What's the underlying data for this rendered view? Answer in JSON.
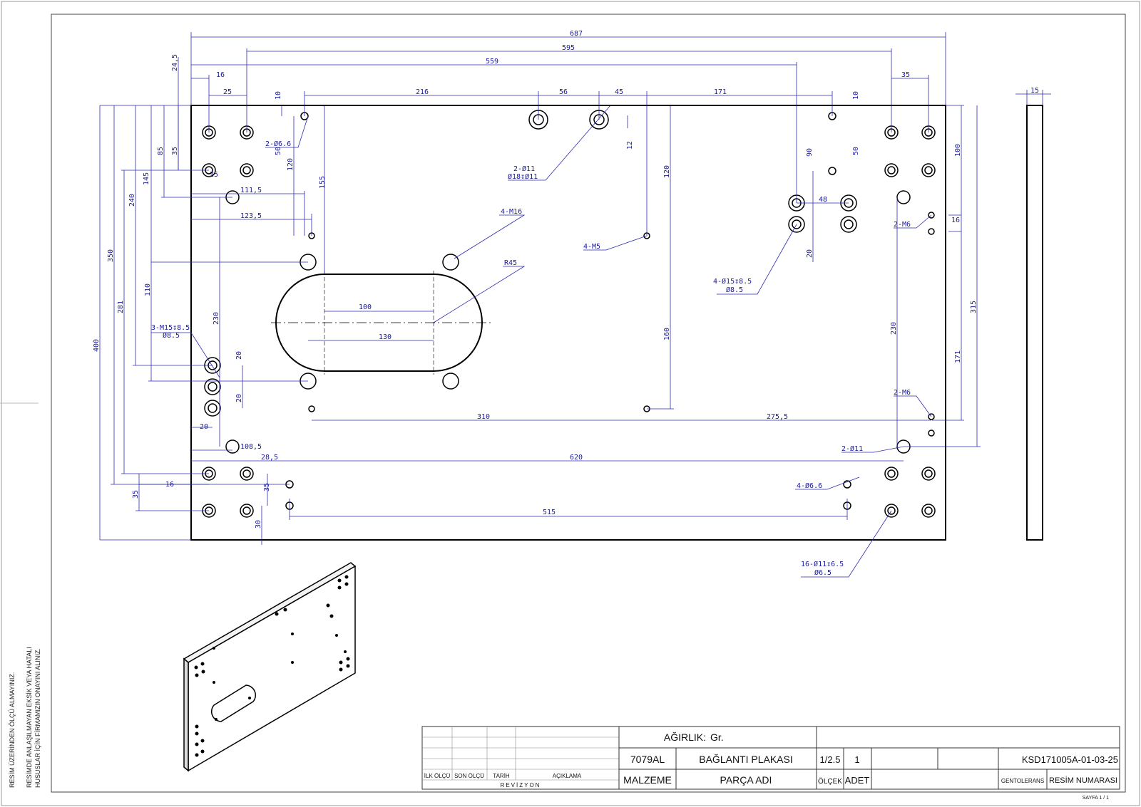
{
  "side_notes": {
    "line1": "RESİM ÜZERİNDEN ÖLÇÜ ALMAYINIZ.",
    "line2": "RESİMDE ANLAŞILMAYAN EKSİK VEYA HATALI",
    "line3": "HUSUSLAR İÇİN FİRMAMIZIN ONAYINI ALINIZ."
  },
  "dimensions": {
    "overall_width": "687",
    "w595": "595",
    "w559": "559",
    "w16_top": "16",
    "w35_top_right": "35",
    "w25": "25",
    "w216": "216",
    "w56": "56",
    "w45": "45",
    "w171_top": "171",
    "w10_left": "10",
    "w10_right": "10",
    "v24_5": "24,5",
    "v85": "85",
    "v35_left": "35",
    "v50_left": "50",
    "v120_left": "120",
    "v155": "155",
    "v145": "145",
    "v240": "240",
    "v350": "350",
    "v281": "281",
    "v400": "400",
    "v110": "110",
    "v230_left": "230",
    "v20_a": "20",
    "v20_b": "20",
    "w111_5": "111,5",
    "w123_5": "123,5",
    "w25_mid": "25",
    "v12": "12",
    "v120_mid": "120",
    "v160": "160",
    "v90": "90",
    "v50_right": "50",
    "w48": "48",
    "v20_right": "20",
    "v100": "100",
    "v16_right": "16",
    "v315": "315",
    "v171_right": "171",
    "v230_right": "230",
    "w100_slot": "100",
    "w130_slot": "130",
    "w310": "310",
    "w275_5": "275,5",
    "w20_bottom": "20",
    "w108_5": "108,5",
    "w28_5": "28,5",
    "w620": "620",
    "w16_bottom": "16",
    "v35_bottom": "35",
    "v35_small": "35",
    "v30": "30",
    "w515": "515",
    "thickness": "15"
  },
  "callouts": {
    "c1": "2-Ø6.6",
    "c2a": "2-Ø11",
    "c2b": "Ø18↧Ø11",
    "c3": "4-M16",
    "c4": "R45",
    "c5": "4-M5",
    "c6a": "4-Ø15↧8.5",
    "c6b": "Ø8.5",
    "c7": "2-M6",
    "c8a": "3-M15↧8.5",
    "c8b": "Ø8.5",
    "c9": "2-M6",
    "c10": "2-Ø11",
    "c11": "4-Ø6.6",
    "c12a": "16-Ø11↧6.5",
    "c12b": "Ø6.5"
  },
  "title_block": {
    "weight_label": "AĞIRLIK:",
    "weight_unit": "Gr.",
    "material_value": "7079AL",
    "part_name_value": "BAĞLANTI PLAKASI",
    "scale_value": "1/2.5",
    "qty_value": "1",
    "drawing_number": "KSD171005A-01-03-25",
    "material_label": "MALZEME",
    "part_name_label": "PARÇA ADI",
    "scale_label": "ÖLÇEK",
    "qty_label": "ADET",
    "tolerance_label": "GENTOLERANS",
    "drawing_number_label": "RESİM NUMARASI",
    "rev_col1": "İLK ÖLÇÜ",
    "rev_col2": "SON ÖLÇÜ",
    "rev_col3": "TARİH",
    "rev_col4": "AÇIKLAMA",
    "revision_label": "REVİZYON",
    "sheet": "SAYFA 1 / 1"
  }
}
